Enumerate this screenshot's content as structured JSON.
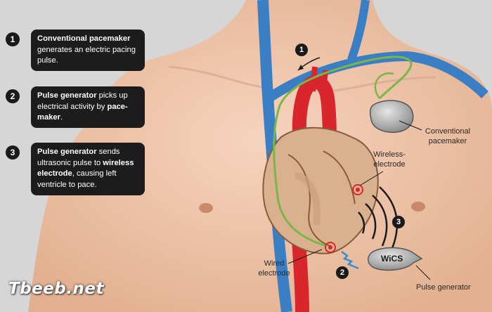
{
  "steps": [
    {
      "number": "1",
      "parts": [
        {
          "text": "Conventional pacemaker",
          "bold": true
        },
        {
          "text": " generates an electric pacing pulse.",
          "bold": false
        }
      ]
    },
    {
      "number": "2",
      "parts": [
        {
          "text": "Pulse generator",
          "bold": true
        },
        {
          "text": " picks up electrical activity by ",
          "bold": false
        },
        {
          "text": "pace-maker",
          "bold": true
        },
        {
          "text": ".",
          "bold": false
        }
      ]
    },
    {
      "number": "3",
      "parts": [
        {
          "text": "Pulse generator",
          "bold": true
        },
        {
          "text": " sends ultrasonic pulse to ",
          "bold": false
        },
        {
          "text": "wireless electrode",
          "bold": true
        },
        {
          "text": ", causing left ventricle to pace.",
          "bold": false
        }
      ]
    }
  ],
  "labels": {
    "conventional_pacemaker": "Conventional pacemaker",
    "wireless_electrode": "Wireless-electrode",
    "wired_electrode": "Wired electrode",
    "pulse_generator": "Pulse generator",
    "pulse_generator_brand": "WiCS"
  },
  "badges": {
    "one": "1",
    "two": "2",
    "three": "3"
  },
  "watermark": "Tbeeb.net",
  "colors": {
    "skin": "#f0c8b0",
    "vein": "#3a7fc4",
    "artery": "#d8262c",
    "lead": "#7ab648",
    "box": "#1c1c1c",
    "zigzag": "#2f8fd8",
    "background": "#d9d9d9"
  },
  "icons": [
    "pacemaker-device-icon",
    "pulse-generator-device-icon",
    "ultrasound-wave-icon",
    "electrode-target-icon",
    "lightning-zigzag-icon",
    "curved-arrow-icon"
  ]
}
